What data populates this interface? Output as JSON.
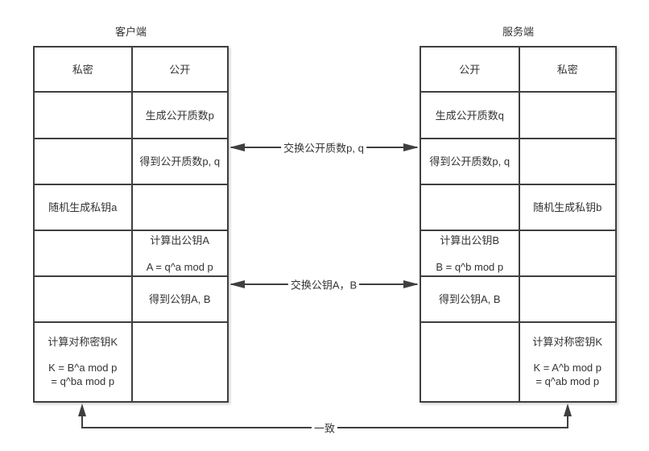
{
  "colors": {
    "line": "#3f3f3f",
    "text": "#333333",
    "background": "#ffffff"
  },
  "client": {
    "title": "客户端",
    "header_left": "私密",
    "header_right": "公开",
    "cells": {
      "r1_public": "生成公开质数p",
      "r2_public": "得到公开质数p, q",
      "r3_private": "随机生成私钥a",
      "r4_public_line1": "计算出公钥A",
      "r4_public_line2": "A = q^a mod p",
      "r5_public": "得到公钥A, B",
      "r6_private_line1": "计算对称密钥K",
      "r6_private_line2": "K = B^a mod p",
      "r6_private_line3": "= q^ba mod p"
    }
  },
  "server": {
    "title": "服务端",
    "header_left": "公开",
    "header_right": "私密",
    "cells": {
      "r1_public": "生成公开质数q",
      "r2_public": "得到公开质数p, q",
      "r3_private": "随机生成私钥b",
      "r4_public_line1": "计算出公钥B",
      "r4_public_line2": "B = q^b mod p",
      "r5_public": "得到公钥A, B",
      "r6_private_line1": "计算对称密钥K",
      "r6_private_line2": "K = A^b mod p",
      "r6_private_line3": "= q^ab mod p"
    }
  },
  "connectors": {
    "exchange_primes_label": "交换公开质数p, q",
    "exchange_keys_label": "交换公钥A，B",
    "consistent_label": "一致"
  }
}
